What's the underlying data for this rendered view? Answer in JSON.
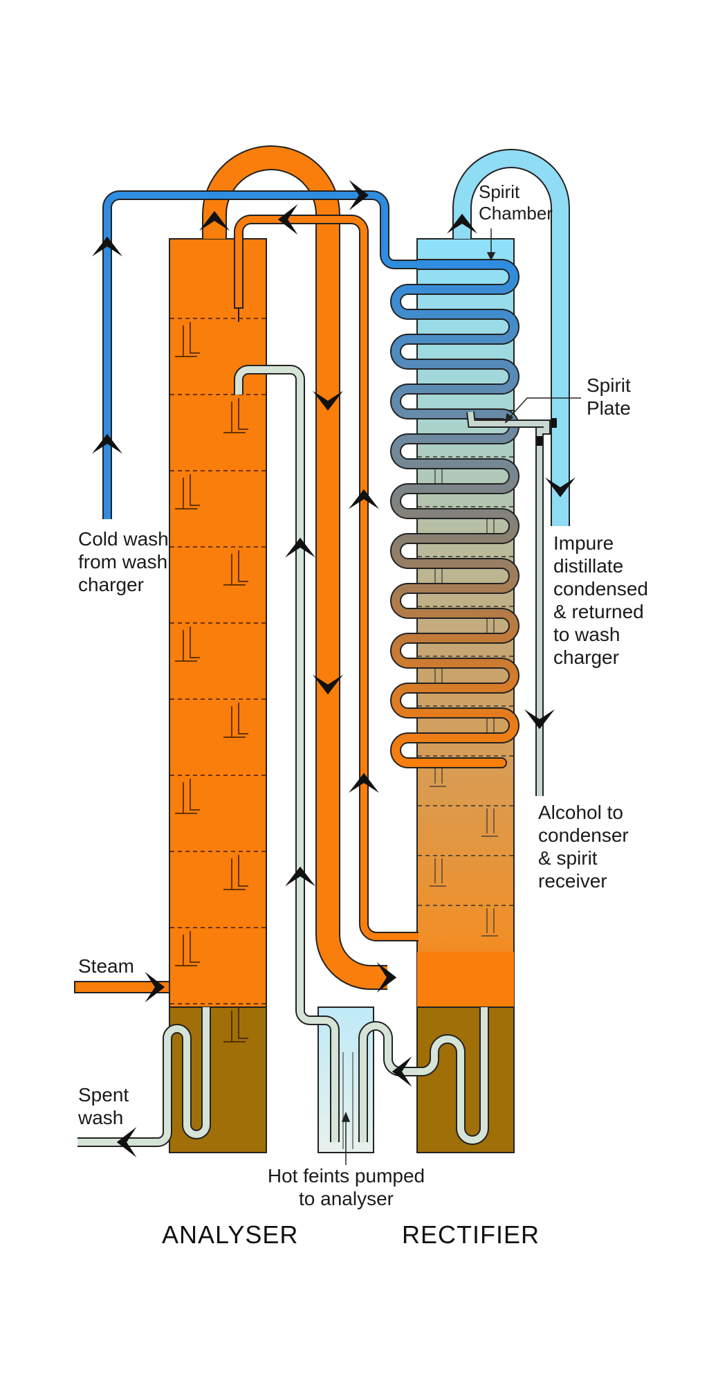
{
  "labels": {
    "spirit_chamber": "Spirit\nChamber",
    "spirit_plate": "Spirit\nPlate",
    "cold_wash": "Cold wash\nfrom wash\ncharger",
    "impure_distillate": "Impure\ndistillate\ncondensed\n& returned\nto wash\ncharger",
    "alcohol": "Alcohol to\ncondenser\n& spirit\nreceiver",
    "steam": "Steam",
    "spent_wash": "Spent\nwash",
    "hot_feints": "Hot feints pumped\nto analyser",
    "analyser": "ANALYSER",
    "rectifier": "RECTIFIER"
  },
  "colors": {
    "orange": "#f97e0c",
    "blue": "#2f8de0",
    "light_blue": "#8fdcf5",
    "pale_green": "#d6e4d8",
    "brown": "#a06f08",
    "outline": "#222222"
  }
}
